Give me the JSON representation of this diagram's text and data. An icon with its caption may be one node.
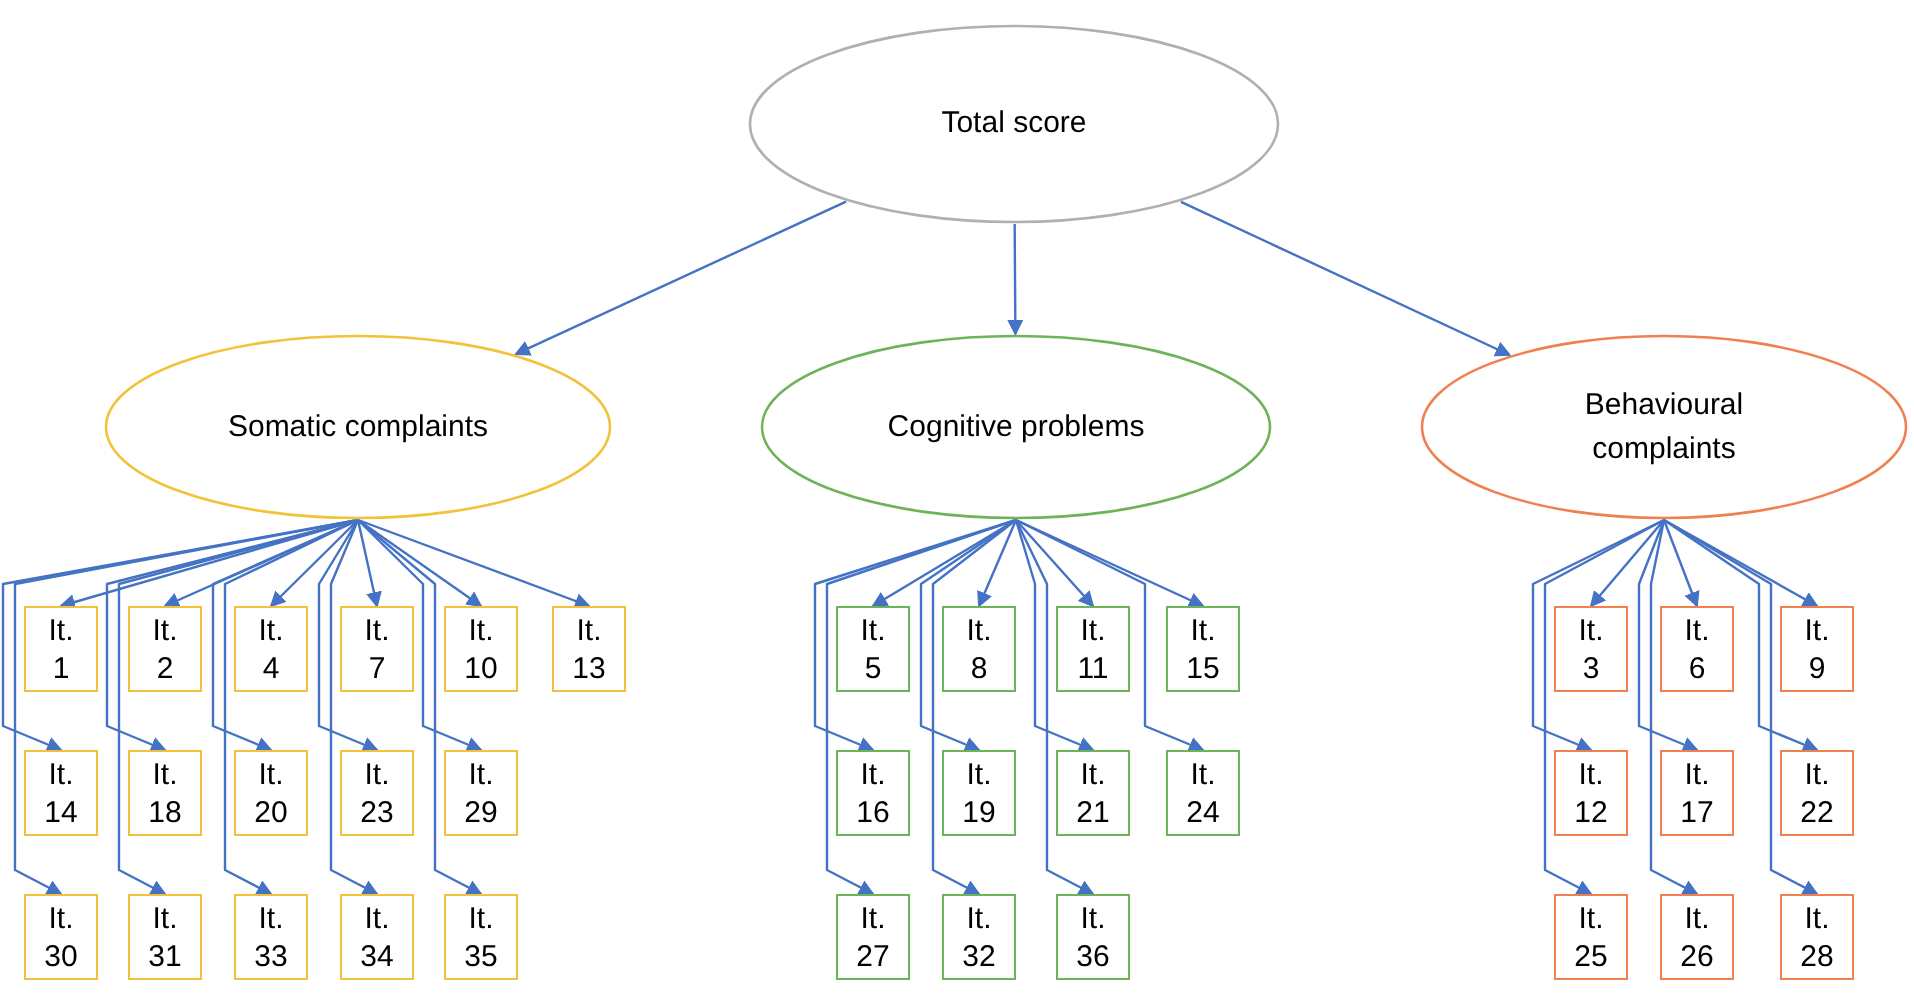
{
  "diagram": {
    "nodes": [
      {
        "text": [
          "Total score"
        ]
      },
      {
        "text": [
          "Somatic complaints"
        ]
      },
      {
        "text": [
          "Cognitive problems"
        ]
      },
      {
        "text": [
          "Behavioural complaints"
        ]
      },
      {
        "text": [
          "It. 1"
        ]
      },
      {
        "text": [
          "It. 2"
        ]
      },
      {
        "text": [
          "It. 4"
        ]
      },
      {
        "text": [
          "It. 7"
        ]
      },
      {
        "text": [
          "It. 10"
        ]
      },
      {
        "text": [
          "It. 13"
        ]
      },
      {
        "text": [
          "It. 14"
        ]
      },
      {
        "text": [
          "It. 18"
        ]
      },
      {
        "text": [
          "It. 20"
        ]
      },
      {
        "text": [
          "It. 23"
        ]
      },
      {
        "text": [
          "It. 29"
        ]
      },
      {
        "text": [
          "It. 30"
        ]
      },
      {
        "text": [
          "It. 31"
        ]
      },
      {
        "text": [
          "It. 33"
        ]
      },
      {
        "text": [
          "It. 34"
        ]
      },
      {
        "text": [
          "It. 35"
        ]
      },
      {
        "text": [
          "It. 5"
        ]
      },
      {
        "text": [
          "It. 8"
        ]
      },
      {
        "text": [
          "It. 11"
        ]
      },
      {
        "text": [
          "It. 15"
        ]
      },
      {
        "text": [
          "It. 16"
        ]
      },
      {
        "text": [
          "It. 19"
        ]
      },
      {
        "text": [
          "It. 21"
        ]
      },
      {
        "text": [
          "It. 24"
        ]
      },
      {
        "text": [
          "It. 27"
        ]
      },
      {
        "text": [
          "It. 32"
        ]
      },
      {
        "text": [
          "It. 36"
        ]
      },
      {
        "text": [
          "It. 3"
        ]
      },
      {
        "text": [
          "It. 6"
        ]
      },
      {
        "text": [
          "It. 9"
        ]
      },
      {
        "text": [
          "It. 12"
        ]
      },
      {
        "text": [
          "It. 17"
        ]
      },
      {
        "text": [
          "It. 22"
        ]
      },
      {
        "text": [
          "It. 25"
        ]
      },
      {
        "text": [
          "It. 26"
        ]
      },
      {
        "text": [
          "It. 28"
        ]
      }
    ],
    "edges": [
      {
        "from": 0,
        "to": 1,
        "arrow": "to"
      },
      {
        "from": 0,
        "to": 2,
        "arrow": "to"
      },
      {
        "from": 0,
        "to": 3,
        "arrow": "to"
      },
      {
        "from": 1,
        "to": 4,
        "arrow": "to"
      },
      {
        "from": 1,
        "to": 5,
        "arrow": "to"
      },
      {
        "from": 1,
        "to": 6,
        "arrow": "to"
      },
      {
        "from": 1,
        "to": 7,
        "arrow": "to"
      },
      {
        "from": 1,
        "to": 8,
        "arrow": "to"
      },
      {
        "from": 1,
        "to": 9,
        "arrow": "to"
      },
      {
        "from": 1,
        "to": 10,
        "arrow": "to"
      },
      {
        "from": 1,
        "to": 11,
        "arrow": "to"
      },
      {
        "from": 1,
        "to": 12,
        "arrow": "to"
      },
      {
        "from": 1,
        "to": 13,
        "arrow": "to"
      },
      {
        "from": 1,
        "to": 14,
        "arrow": "to"
      },
      {
        "from": 1,
        "to": 15,
        "arrow": "to"
      },
      {
        "from": 1,
        "to": 16,
        "arrow": "to"
      },
      {
        "from": 1,
        "to": 17,
        "arrow": "to"
      },
      {
        "from": 1,
        "to": 18,
        "arrow": "to"
      },
      {
        "from": 1,
        "to": 19,
        "arrow": "to"
      },
      {
        "from": 2,
        "to": 20,
        "arrow": "to"
      },
      {
        "from": 2,
        "to": 21,
        "arrow": "to"
      },
      {
        "from": 2,
        "to": 22,
        "arrow": "to"
      },
      {
        "from": 2,
        "to": 23,
        "arrow": "to"
      },
      {
        "from": 2,
        "to": 24,
        "arrow": "to"
      },
      {
        "from": 2,
        "to": 25,
        "arrow": "to"
      },
      {
        "from": 2,
        "to": 26,
        "arrow": "to"
      },
      {
        "from": 2,
        "to": 27,
        "arrow": "to"
      },
      {
        "from": 2,
        "to": 28,
        "arrow": "to"
      },
      {
        "from": 2,
        "to": 29,
        "arrow": "to"
      },
      {
        "from": 2,
        "to": 30,
        "arrow": "to"
      },
      {
        "from": 3,
        "to": 31,
        "arrow": "to"
      },
      {
        "from": 3,
        "to": 32,
        "arrow": "to"
      },
      {
        "from": 3,
        "to": 33,
        "arrow": "to"
      },
      {
        "from": 3,
        "to": 34,
        "arrow": "to"
      },
      {
        "from": 3,
        "to": 35,
        "arrow": "to"
      },
      {
        "from": 3,
        "to": 36,
        "arrow": "to"
      },
      {
        "from": 3,
        "to": 37,
        "arrow": "to"
      },
      {
        "from": 3,
        "to": 38,
        "arrow": "to"
      },
      {
        "from": 3,
        "to": 39,
        "arrow": "to"
      }
    ]
  }
}
